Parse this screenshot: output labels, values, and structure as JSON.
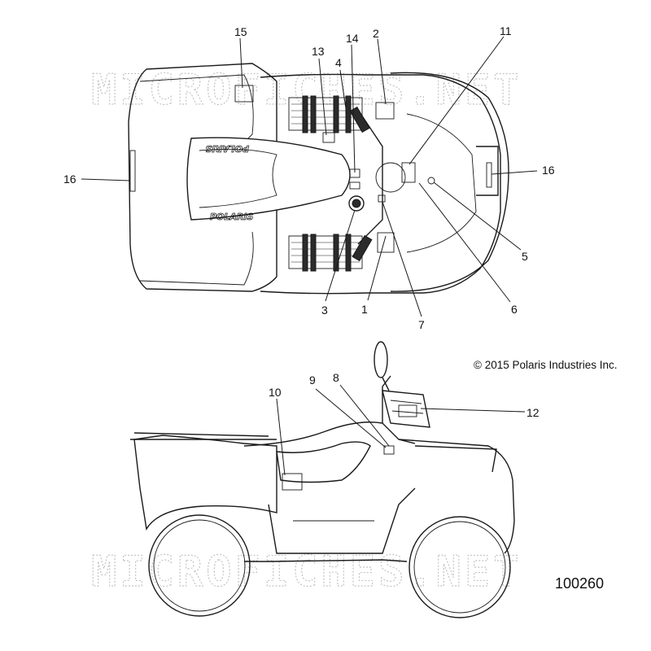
{
  "watermark": "MICROFICHES.NET",
  "copyright": "© 2015 Polaris Industries Inc.",
  "reference_number": "100260",
  "brand_text": "POLARIS",
  "callouts": [
    "1",
    "2",
    "3",
    "4",
    "5",
    "6",
    "7",
    "8",
    "9",
    "10",
    "11",
    "12",
    "13",
    "14",
    "15",
    "16",
    "16"
  ]
}
